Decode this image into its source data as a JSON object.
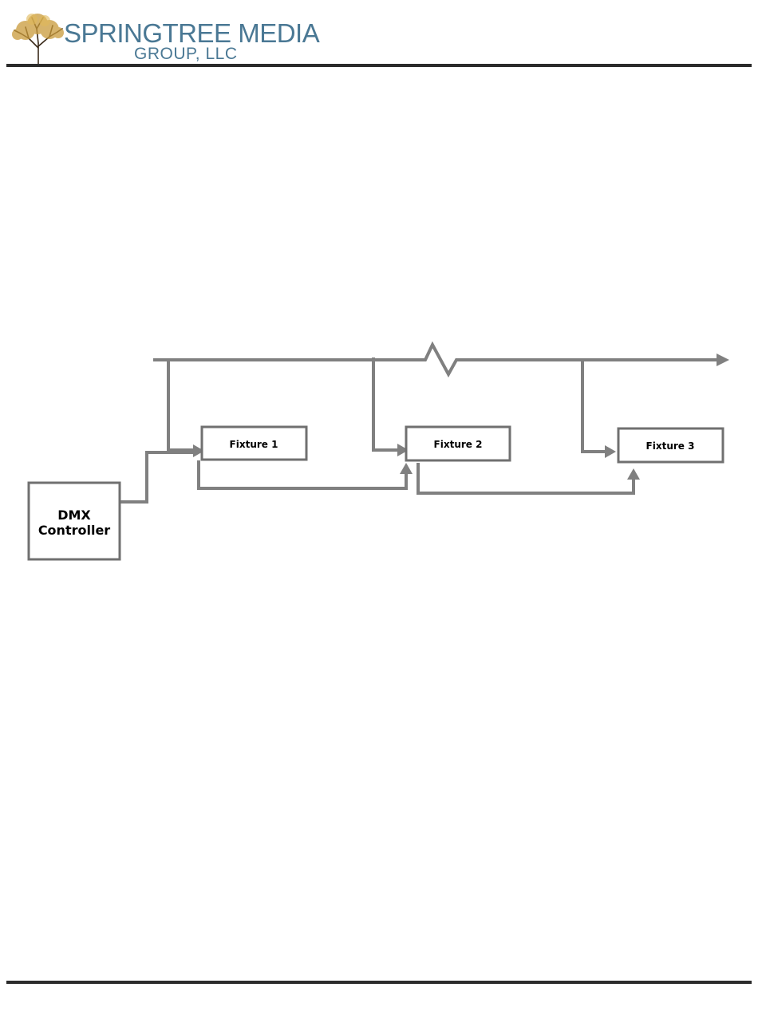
{
  "header": {
    "company_line1": "SPRINGTREE MEDIA",
    "company_line2": "GROUP, LLC",
    "logo_icon": "tree-icon",
    "brand_color": "#4a7894"
  },
  "diagram": {
    "controller_label_line1": "DMX",
    "controller_label_line2": "Controller",
    "fixtures": [
      {
        "label": "Fixture 1"
      },
      {
        "label": "Fixture 2"
      },
      {
        "label": "Fixture 3"
      }
    ],
    "line_color": "#808080",
    "box_border_color": "#707070"
  }
}
